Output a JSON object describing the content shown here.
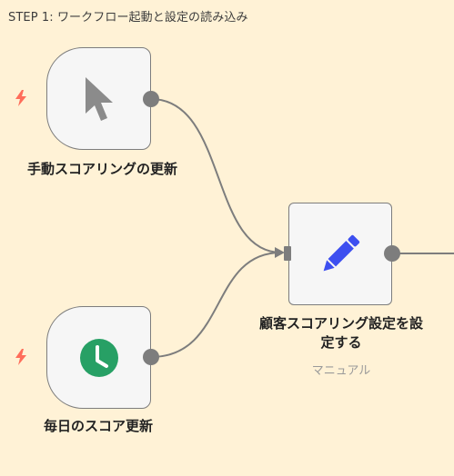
{
  "step_title": "STEP 1: ワークフロー起動と設定の読み込み",
  "colors": {
    "canvas_background": "#fff2d6",
    "node_fill": "#f6f6f6",
    "node_border": "#7d7d7d",
    "trigger_bolt": "#ff6d5a",
    "clock": "#27a065",
    "pencil": "#3d4ff0",
    "cursor": "#8b8b8b"
  },
  "nodes": {
    "manual_trigger": {
      "label": "手動スコアリングの更新",
      "icon": "cursor-icon"
    },
    "schedule_trigger": {
      "label": "毎日のスコア更新",
      "icon": "clock-icon"
    },
    "set_node": {
      "label_line1": "顧客スコアリング設定を設",
      "label_line2": "定する",
      "sublabel": "マニュアル",
      "icon": "pencil-icon"
    }
  }
}
